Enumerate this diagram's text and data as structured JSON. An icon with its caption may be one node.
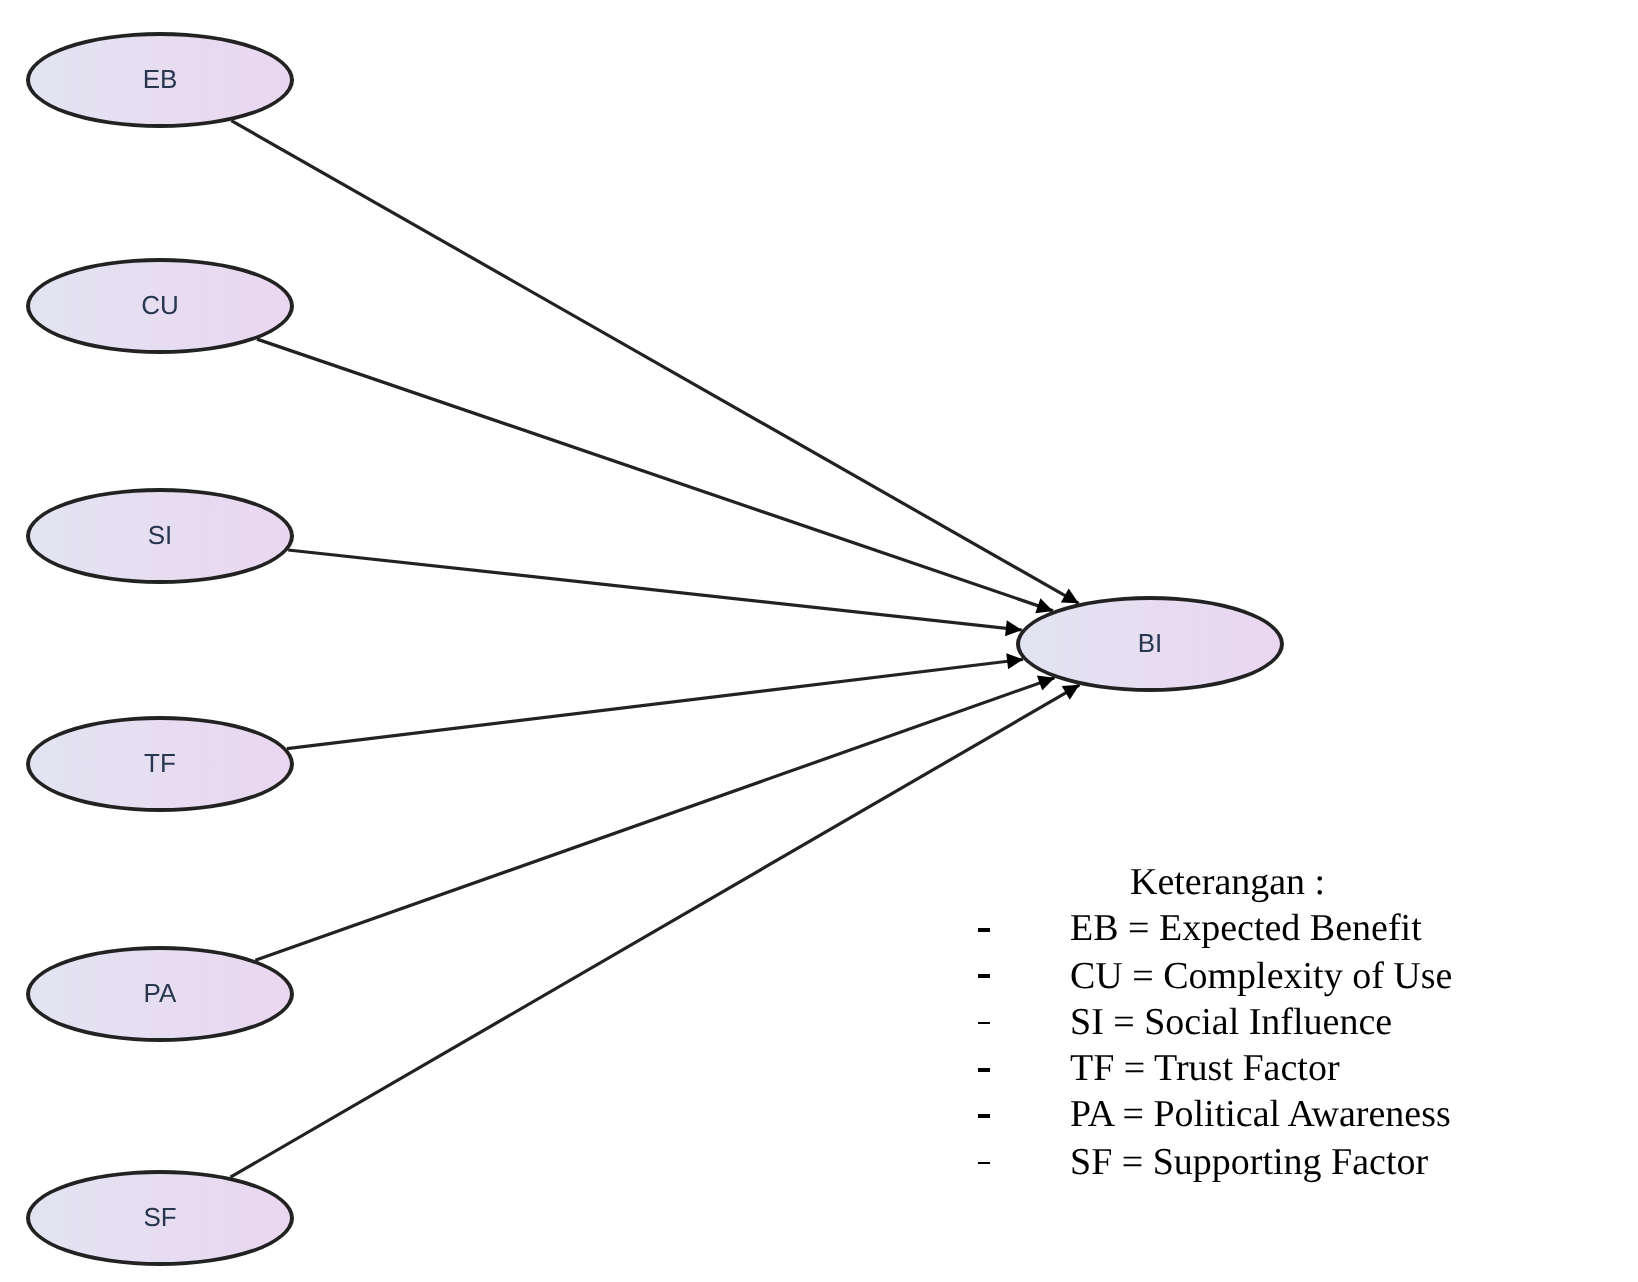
{
  "diagram": {
    "nodes": [
      {
        "text": [
          "EB"
        ]
      },
      {
        "text": [
          "CU"
        ]
      },
      {
        "text": [
          "SI"
        ]
      },
      {
        "text": [
          "TF"
        ]
      },
      {
        "text": [
          "PA"
        ]
      },
      {
        "text": [
          "SF"
        ]
      },
      {
        "text": [
          "BI"
        ]
      }
    ],
    "edges": [
      {
        "from": 0,
        "to": 6,
        "arrow": "to"
      },
      {
        "from": 1,
        "to": 6,
        "arrow": "to"
      },
      {
        "from": 2,
        "to": 6,
        "arrow": "to"
      },
      {
        "from": 3,
        "to": 6,
        "arrow": "to"
      },
      {
        "from": 4,
        "to": 6,
        "arrow": "to"
      },
      {
        "from": 5,
        "to": 6,
        "arrow": "to"
      }
    ],
    "labels": [
      "Keterangan :",
      "EB = Expected Benefit",
      "CU = Complexity of Use",
      "SI = Social Influence",
      "TF = Trust Factor",
      "PA = Political Awareness",
      "SF = Supporting Factor"
    ]
  }
}
